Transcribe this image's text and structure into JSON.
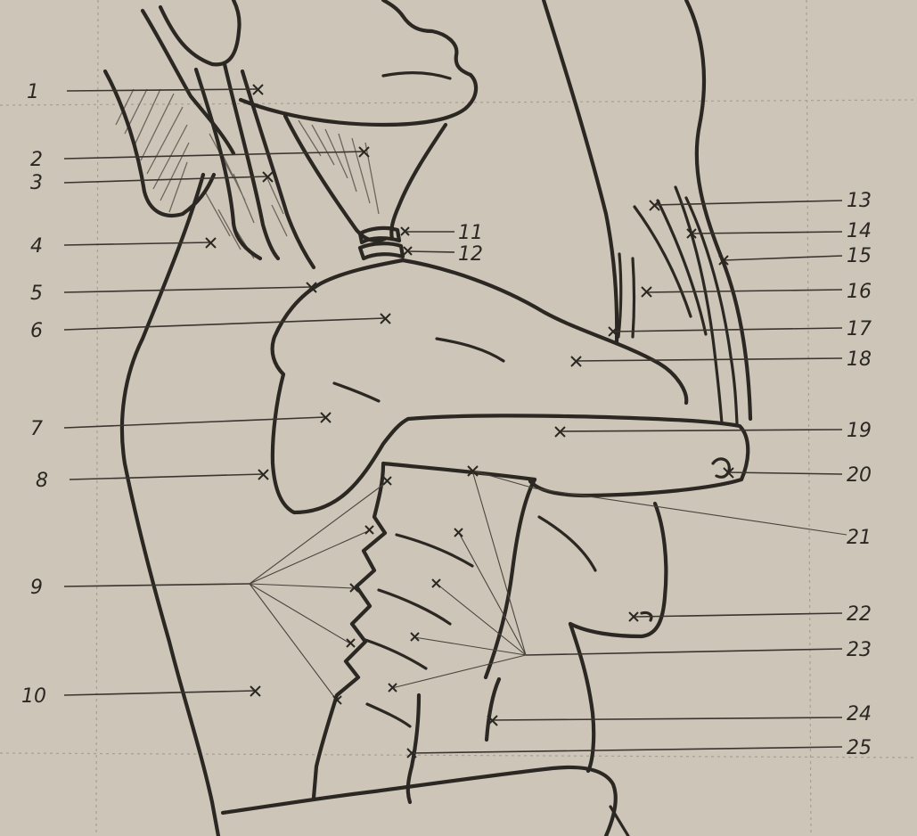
{
  "labels": {
    "n1": "1",
    "n2": "2",
    "n3": "3",
    "n4": "4",
    "n5": "5",
    "n6": "6",
    "n7": "7",
    "n8": "8",
    "n9": "9",
    "n10": "10",
    "n11": "11",
    "n12": "12",
    "n13": "13",
    "n14": "14",
    "n15": "15",
    "n16": "16",
    "n17": "17",
    "n18": "18",
    "n19": "19",
    "n20": "20",
    "n21": "21",
    "n22": "22",
    "n23": "23",
    "n24": "24",
    "n25": "25"
  },
  "colors": {
    "paper": "#cdc5b8",
    "ink": "#2b2722"
  }
}
